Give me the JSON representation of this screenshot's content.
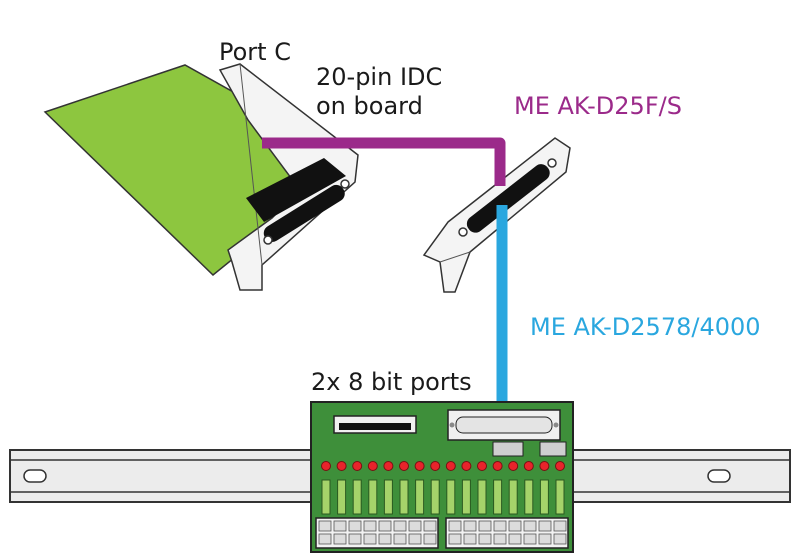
{
  "labels": {
    "port": "Port C",
    "idc_line1": "20-pin IDC",
    "idc_line2": "on board",
    "slot_bracket": "ME AK-D25F/S",
    "cable": "ME AK-D2578/4000",
    "ports": "2x 8 bit ports"
  },
  "colors": {
    "board_green": "#8dc63f",
    "purple_cable": "#9b2a8a",
    "blue_cable": "#2aa7df",
    "terminal_board": "#3e8f3a",
    "rail_fill": "#ececec",
    "led_red": "#e8242b",
    "text_dark": "#1a1a1a"
  },
  "icons": [
    "pci-card",
    "slot-bracket",
    "d-sub-connector",
    "terminal-board",
    "din-rail",
    "led",
    "screw-terminal"
  ]
}
